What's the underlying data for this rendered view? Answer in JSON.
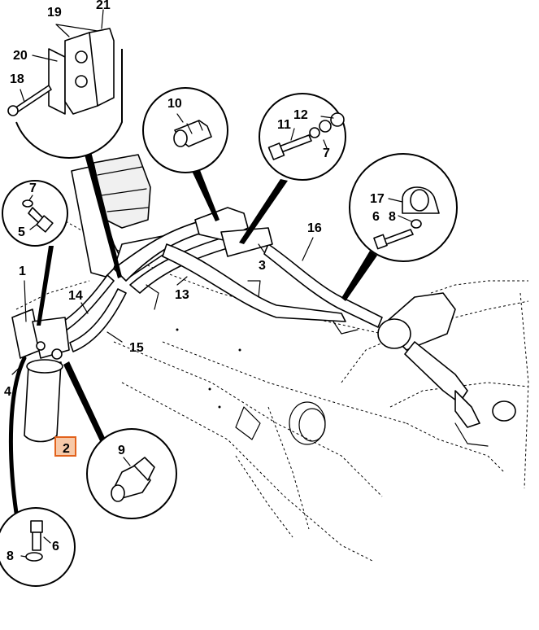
{
  "diagram": {
    "callouts": [
      {
        "id": "c19",
        "text": "19"
      },
      {
        "id": "c21",
        "text": "21"
      },
      {
        "id": "c20",
        "text": "20"
      },
      {
        "id": "c18",
        "text": "18"
      },
      {
        "id": "c10",
        "text": "10"
      },
      {
        "id": "c12",
        "text": "12"
      },
      {
        "id": "c11",
        "text": "11"
      },
      {
        "id": "c7a",
        "text": "7"
      },
      {
        "id": "c7b",
        "text": "7"
      },
      {
        "id": "c5",
        "text": "5"
      },
      {
        "id": "c16",
        "text": "16"
      },
      {
        "id": "c17",
        "text": "17"
      },
      {
        "id": "c6a",
        "text": "6"
      },
      {
        "id": "c8a",
        "text": "8"
      },
      {
        "id": "c3",
        "text": "3"
      },
      {
        "id": "c13",
        "text": "13"
      },
      {
        "id": "c14",
        "text": "14"
      },
      {
        "id": "c1",
        "text": "1"
      },
      {
        "id": "c15",
        "text": "15"
      },
      {
        "id": "c4",
        "text": "4"
      },
      {
        "id": "c2",
        "text": "2",
        "highlighted": true
      },
      {
        "id": "c9",
        "text": "9"
      },
      {
        "id": "c8b",
        "text": "8"
      },
      {
        "id": "c6b",
        "text": "6"
      }
    ],
    "highlight_color": "#e2621c"
  }
}
